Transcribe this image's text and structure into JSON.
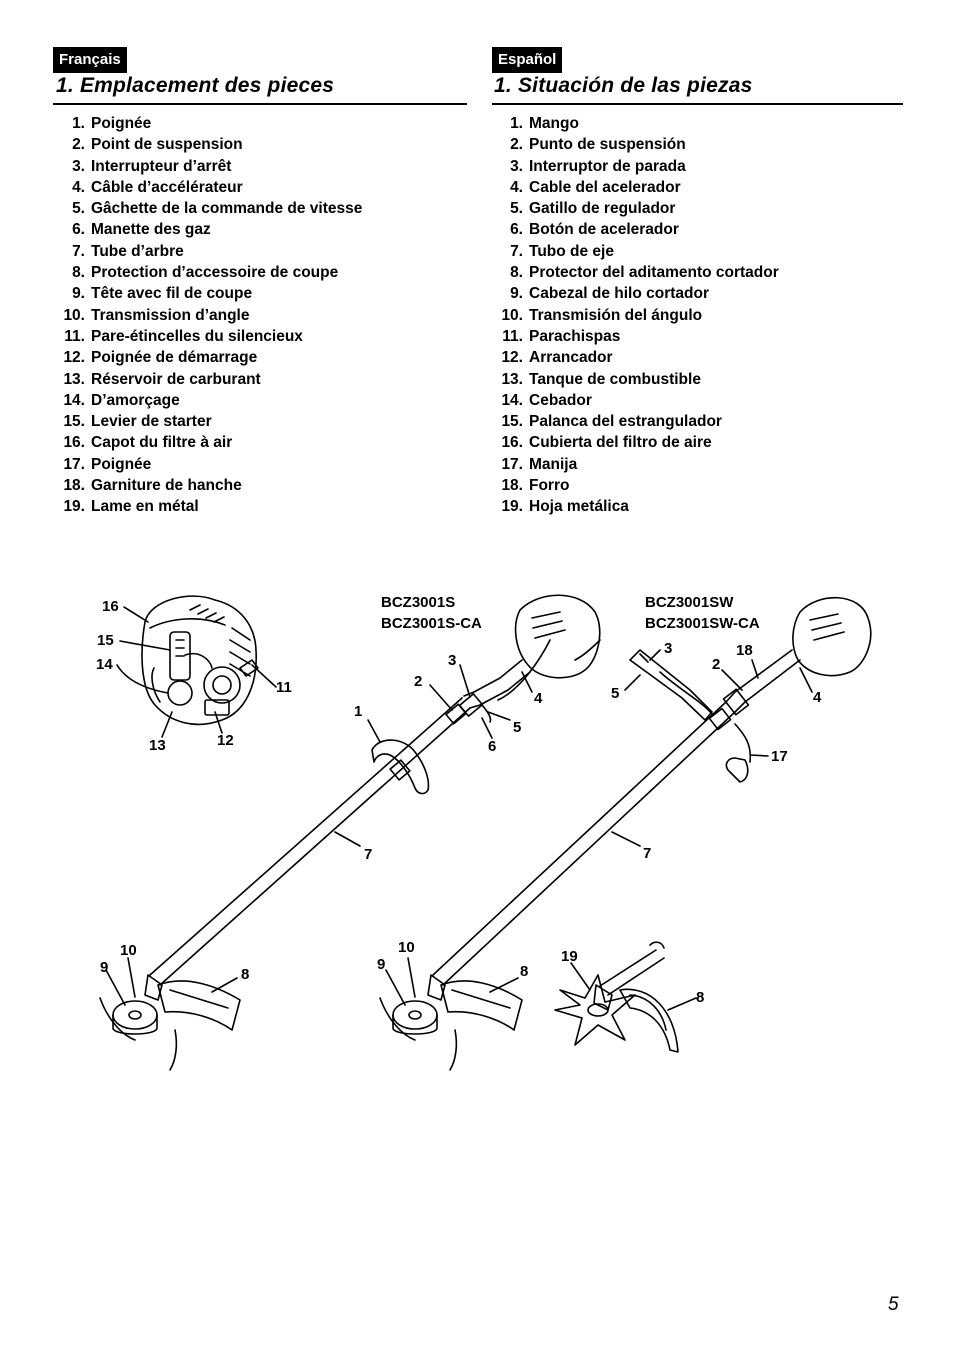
{
  "fr": {
    "badge": "Français",
    "title": "1. Emplacement des pieces",
    "items": [
      {
        "n": "1.",
        "t": "Poignée"
      },
      {
        "n": "2.",
        "t": "Point de suspension"
      },
      {
        "n": "3.",
        "t": "Interrupteur d’arrêt"
      },
      {
        "n": "4.",
        "t": "Câble d’accélérateur"
      },
      {
        "n": "5.",
        "t": "Gâchette de la commande de vitesse"
      },
      {
        "n": "6.",
        "t": "Manette des gaz"
      },
      {
        "n": "7.",
        "t": "Tube d’arbre"
      },
      {
        "n": "8.",
        "t": "Protection d’accessoire de coupe"
      },
      {
        "n": "9.",
        "t": "Tête avec fil de coupe"
      },
      {
        "n": "10.",
        "t": "Transmission d’angle"
      },
      {
        "n": "11.",
        "t": "Pare-étincelles du silencieux"
      },
      {
        "n": "12.",
        "t": "Poignée de démarrage"
      },
      {
        "n": "13.",
        "t": "Réservoir de carburant"
      },
      {
        "n": "14.",
        "t": "D’amorçage"
      },
      {
        "n": "15.",
        "t": "Levier de starter"
      },
      {
        "n": "16.",
        "t": "Capot du filtre à air"
      },
      {
        "n": "17.",
        "t": "Poignée"
      },
      {
        "n": "18.",
        "t": "Garniture de hanche"
      },
      {
        "n": "19.",
        "t": "Lame en métal"
      }
    ]
  },
  "es": {
    "badge": "Español",
    "title": "1. Situación de las piezas",
    "items": [
      {
        "n": "1.",
        "t": "Mango"
      },
      {
        "n": "2.",
        "t": "Punto de suspensión"
      },
      {
        "n": "3.",
        "t": "Interruptor de parada"
      },
      {
        "n": "4.",
        "t": "Cable del acelerador"
      },
      {
        "n": "5.",
        "t": "Gatillo de regulador"
      },
      {
        "n": "6.",
        "t": "Botón de acelerador"
      },
      {
        "n": "7.",
        "t": "Tubo de eje"
      },
      {
        "n": "8.",
        "t": "Protector del aditamento cortador"
      },
      {
        "n": "9.",
        "t": "Cabezal de hilo cortador"
      },
      {
        "n": "10.",
        "t": "Transmisión del ángulo"
      },
      {
        "n": "11.",
        "t": "Parachispas"
      },
      {
        "n": "12.",
        "t": "Arrancador"
      },
      {
        "n": "13.",
        "t": "Tanque de combustible"
      },
      {
        "n": "14.",
        "t": "Cebador"
      },
      {
        "n": "15.",
        "t": "Palanca del estrangulador"
      },
      {
        "n": "16.",
        "t": "Cubierta del filtro de aire"
      },
      {
        "n": "17.",
        "t": "Manija"
      },
      {
        "n": "18.",
        "t": "Forro"
      },
      {
        "n": "19.",
        "t": "Hoja metálica"
      }
    ]
  },
  "figure": {
    "model_s": [
      "BCZ3001S",
      "BCZ3001S-CA"
    ],
    "model_sw": [
      "BCZ3001SW",
      "BCZ3001SW-CA"
    ],
    "engine_callouts": [
      "16",
      "15",
      "14",
      "11",
      "13",
      "12"
    ],
    "s_callouts": [
      "3",
      "2",
      "4",
      "1",
      "5",
      "6",
      "7",
      "10",
      "9",
      "8"
    ],
    "sw_callouts": [
      "3",
      "2",
      "18",
      "5",
      "4",
      "17",
      "7",
      "10",
      "9",
      "8",
      "19",
      "8"
    ]
  },
  "page_number": "5"
}
